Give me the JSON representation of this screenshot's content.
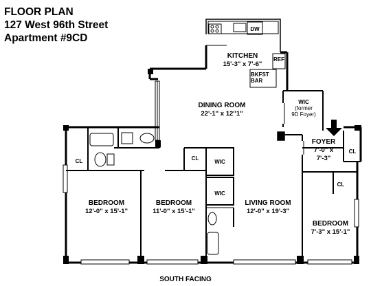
{
  "header": {
    "title": "FLOOR PLAN",
    "address": "127 West 96th Street",
    "apartment": "Apartment #9CD"
  },
  "rooms": {
    "kitchen": {
      "name": "KITCHEN",
      "dims": "15'-3\" x 7'-6\""
    },
    "dining": {
      "name": "DINING ROOM",
      "dims": "22'-1\" x 12''1\""
    },
    "bedroom1": {
      "name": "BEDROOM",
      "dims": "12'-0\" x 15'-1\""
    },
    "bedroom2": {
      "name": "BEDROOM",
      "dims": "11'-0\" x 15'-1\""
    },
    "living": {
      "name": "LIVING ROOM",
      "dims": "12'-0\" x 19'-3\""
    },
    "foyer": {
      "name": "FOYER",
      "dims_1": "7'-0\" x",
      "dims_2": "7'-3\""
    },
    "bedroom3": {
      "name": "BEDROOM",
      "dims": "7'-3\" x 15'-1\""
    }
  },
  "labels": {
    "dw": "DW",
    "ref": "REF",
    "bkfst_1": "BKFST",
    "bkfst_2": "BAR",
    "wic_former_1": "WIC",
    "wic_former_2": "(former",
    "wic_former_3": "9D Foyer)",
    "wic_a": "WIC",
    "wic_b": "WIC",
    "cl_bath": "CL",
    "cl_mid": "CL",
    "cl_foyer": "CL",
    "cl_br3": "CL"
  },
  "footer": {
    "facing": "SOUTH FACING"
  }
}
